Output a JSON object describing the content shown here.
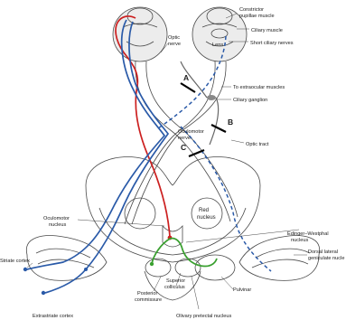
{
  "labels": {
    "constrictor": "Constrictor",
    "pupillae_muscle": "pupillae muscle",
    "ciliary_muscle": "Ciliary muscle",
    "lens": "Lens",
    "short_ciliary": "Short ciliary nerves",
    "optic": "Optic",
    "nerve": "nerve",
    "to_extraocular": "To extraocular muscles",
    "ciliary_ganglion": "Ciliary ganglion",
    "oculomotor": "Oculomotor",
    "oculomotor_nerve": "nerve",
    "optic_tract": "Optic tract",
    "marker_a": "A",
    "marker_b": "B",
    "marker_c": "C",
    "red": "Red",
    "red_nucleus": "nucleus",
    "oculomotor_nuc": "Oculomotor",
    "oculomotor_nuc2": "nucleus",
    "edinger": "Edinger–Westphal",
    "edinger2": "nucleus",
    "striate_cortex": "Striate cortex",
    "dorsal_lateral": "Dorsal lateral",
    "geniculate": "geniculate nucle",
    "superior": "Superior",
    "colliculus": "colliculus",
    "pulvinar": "Pulvinar",
    "posterior": "Posterior",
    "commissure": "commissure",
    "extrastriate": "Extrastriate cortex",
    "olivary": "Olivary pretectal nucleus"
  },
  "colors": {
    "parasympathetic_efferent": "#cc2020",
    "retinal_afferent": "#2a5aa8",
    "pretectal_connection": "#3aa030",
    "structure_outline": "#4a4a4a"
  }
}
